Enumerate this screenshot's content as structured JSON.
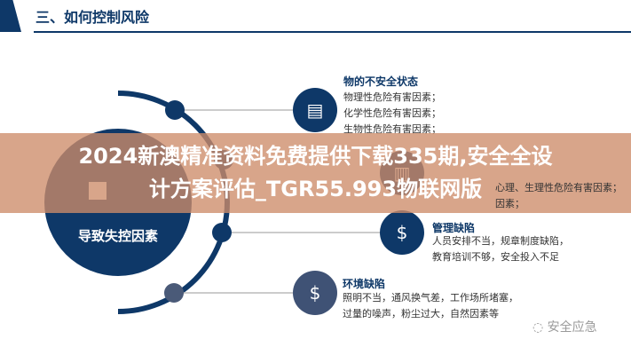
{
  "header": {
    "title": "三、如何控制风险"
  },
  "center": {
    "label": "导致失控因素"
  },
  "groups": [
    {
      "title": "物的不安全状态",
      "lines": [
        "物理性危险有害因素；",
        "化学性危险有害因素；",
        "生物性危险有害因素；"
      ],
      "icon": "money-stack-icon"
    },
    {
      "title": "",
      "lines": [
        "心理、生理性危险有害因素；",
        "因素；"
      ],
      "icon": "bar-chart-icon"
    },
    {
      "title": "管理缺陷",
      "lines": [
        "人员安排不当，规章制度缺陷，",
        "教育培训不够，安全投入不足"
      ],
      "icon": "money-bag-icon"
    },
    {
      "title": "环境缺陷",
      "lines": [
        "照明不当，通风换气差，工作场所堵塞，",
        "过量的噪声，粉尘过大，自然因素等"
      ],
      "icon": "person-dollar-icon"
    }
  ],
  "banner": {
    "line1": "2024新澳精准资料免费提供下载335期,安全全设",
    "line2": "计方案评估_TGR55.993物联网版"
  },
  "watermark": {
    "text": "安全应急"
  },
  "colors": {
    "primary": "#0e3868",
    "banner": "#cd8c69"
  }
}
